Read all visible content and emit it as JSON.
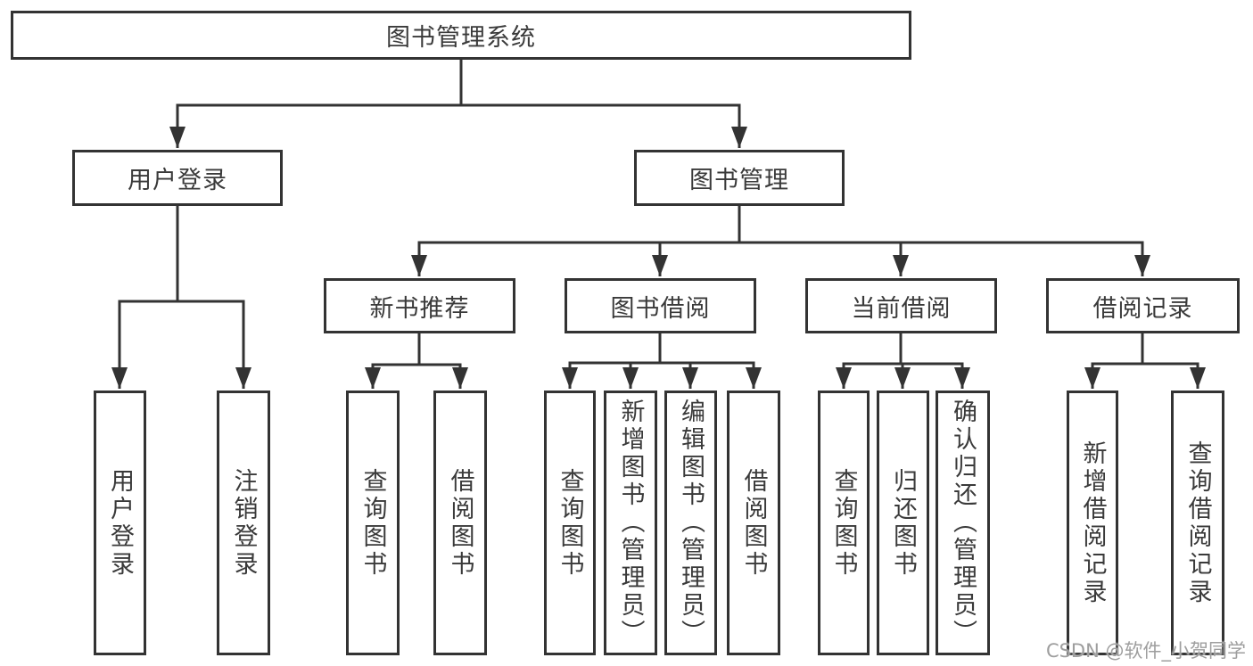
{
  "tree": {
    "root": {
      "label": "图书管理系统"
    },
    "branches": [
      {
        "label": "用户登录",
        "children": [
          {
            "label": "用户登录"
          },
          {
            "label": "注销登录"
          }
        ]
      },
      {
        "label": "图书管理",
        "groups": [
          {
            "label": "新书推荐",
            "children": [
              {
                "label": "查询图书"
              },
              {
                "label": "借阅图书"
              }
            ]
          },
          {
            "label": "图书借阅",
            "children": [
              {
                "label": "查询图书"
              },
              {
                "label": "新增图书（管理员）"
              },
              {
                "label": "编辑图书（管理员）"
              },
              {
                "label": "借阅图书"
              }
            ]
          },
          {
            "label": "当前借阅",
            "children": [
              {
                "label": "查询图书"
              },
              {
                "label": "归还图书"
              },
              {
                "label": "确认归还（管理员）"
              }
            ]
          },
          {
            "label": "借阅记录",
            "children": [
              {
                "label": "新增借阅记录"
              },
              {
                "label": "查询借阅记录"
              }
            ]
          }
        ]
      }
    ]
  },
  "watermark": {
    "label": "CSDN @软件_小贺同学"
  },
  "colors": {
    "line": "#333333",
    "text": "#3a3a3a",
    "watermark": "#9e9e9e",
    "background": "#ffffff"
  }
}
